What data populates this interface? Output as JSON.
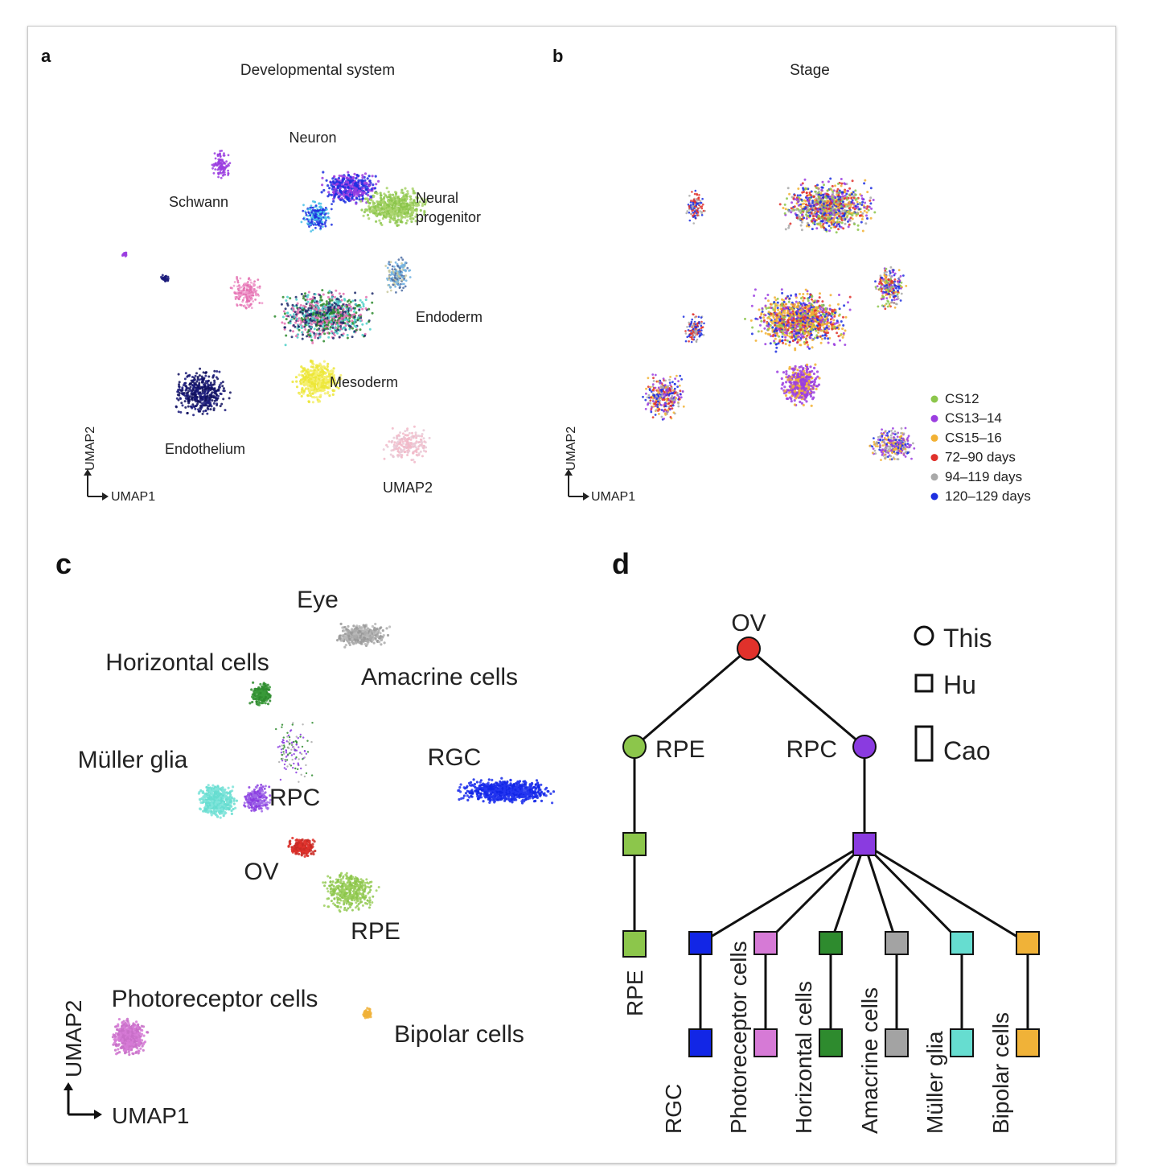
{
  "panels": {
    "a": {
      "letter": "a",
      "title": "Developmental system",
      "labels": {
        "neuron": "Neuron",
        "schwann": "Schwann",
        "neural_progenitor_1": "Neural",
        "neural_progenitor_2": "progenitor",
        "endoderm": "Endoderm",
        "mesoderm": "Mesoderm",
        "endothelium": "Endothelium",
        "umap2_cluster": "UMAP2"
      },
      "axis": {
        "x": "UMAP1",
        "y": "UMAP2"
      }
    },
    "b": {
      "letter": "b",
      "title": "Stage",
      "axis": {
        "x": "UMAP1",
        "y": "UMAP2"
      },
      "legend": [
        {
          "label": "CS12",
          "color": "#8cc64b"
        },
        {
          "label": "CS13–14",
          "color": "#9b3ee0"
        },
        {
          "label": "CS15–16",
          "color": "#f2b134"
        },
        {
          "label": "72–90 days",
          "color": "#e0312b"
        },
        {
          "label": "94–119 days",
          "color": "#a9a9a9"
        },
        {
          "label": "120–129 days",
          "color": "#1d2fe0"
        }
      ]
    },
    "c": {
      "letter": "c",
      "labels": {
        "eye": "Eye",
        "horizontal": "Horizontal cells",
        "amacrine": "Amacrine cells",
        "muller": "Müller glia",
        "rgc": "RGC",
        "rpc": "RPC",
        "ov": "OV",
        "rpe": "RPE",
        "photoreceptor": "Photoreceptor cells",
        "bipolar": "Bipolar cells"
      },
      "axis": {
        "x": "UMAP1",
        "y": "UMAP2"
      }
    },
    "d": {
      "letter": "d",
      "legend": {
        "this": "This",
        "hu": "Hu",
        "cao": "Cao"
      },
      "root": {
        "label": "OV",
        "color": "#e0312b"
      },
      "rpe": {
        "label": "RPE",
        "color": "#8cc64b"
      },
      "rpc": {
        "label": "RPC",
        "color": "#8a3be0"
      },
      "leaves": [
        {
          "label": "RPE",
          "color": "#8cc64b"
        },
        {
          "label": "RGC",
          "color": "#1226e6"
        },
        {
          "label": "Photoreceptor cells",
          "color": "#d67ad6"
        },
        {
          "label": "Horizontal cells",
          "color": "#2e8b2e"
        },
        {
          "label": "Amacrine cells",
          "color": "#a3a3a3"
        },
        {
          "label": "Müller glia",
          "color": "#66ddd0"
        },
        {
          "label": "Bipolar cells",
          "color": "#f0b238"
        }
      ]
    }
  },
  "colors": {
    "neuron": "#9b3ee0",
    "neural_blue": "#1d2fe0",
    "neural_progenitor": "#8cc64b",
    "mesoderm_cyan": "#4cd0c8",
    "mesoderm_green": "#2e8b2e",
    "mesoderm_pink": "#e46fb0",
    "mesoderm_yellow": "#ece636",
    "endothelium": "#1a1a7a",
    "endoderm_blue": "#6fb0e0",
    "light_pink": "#f2b8c8",
    "navy": "#1d2a6b"
  }
}
